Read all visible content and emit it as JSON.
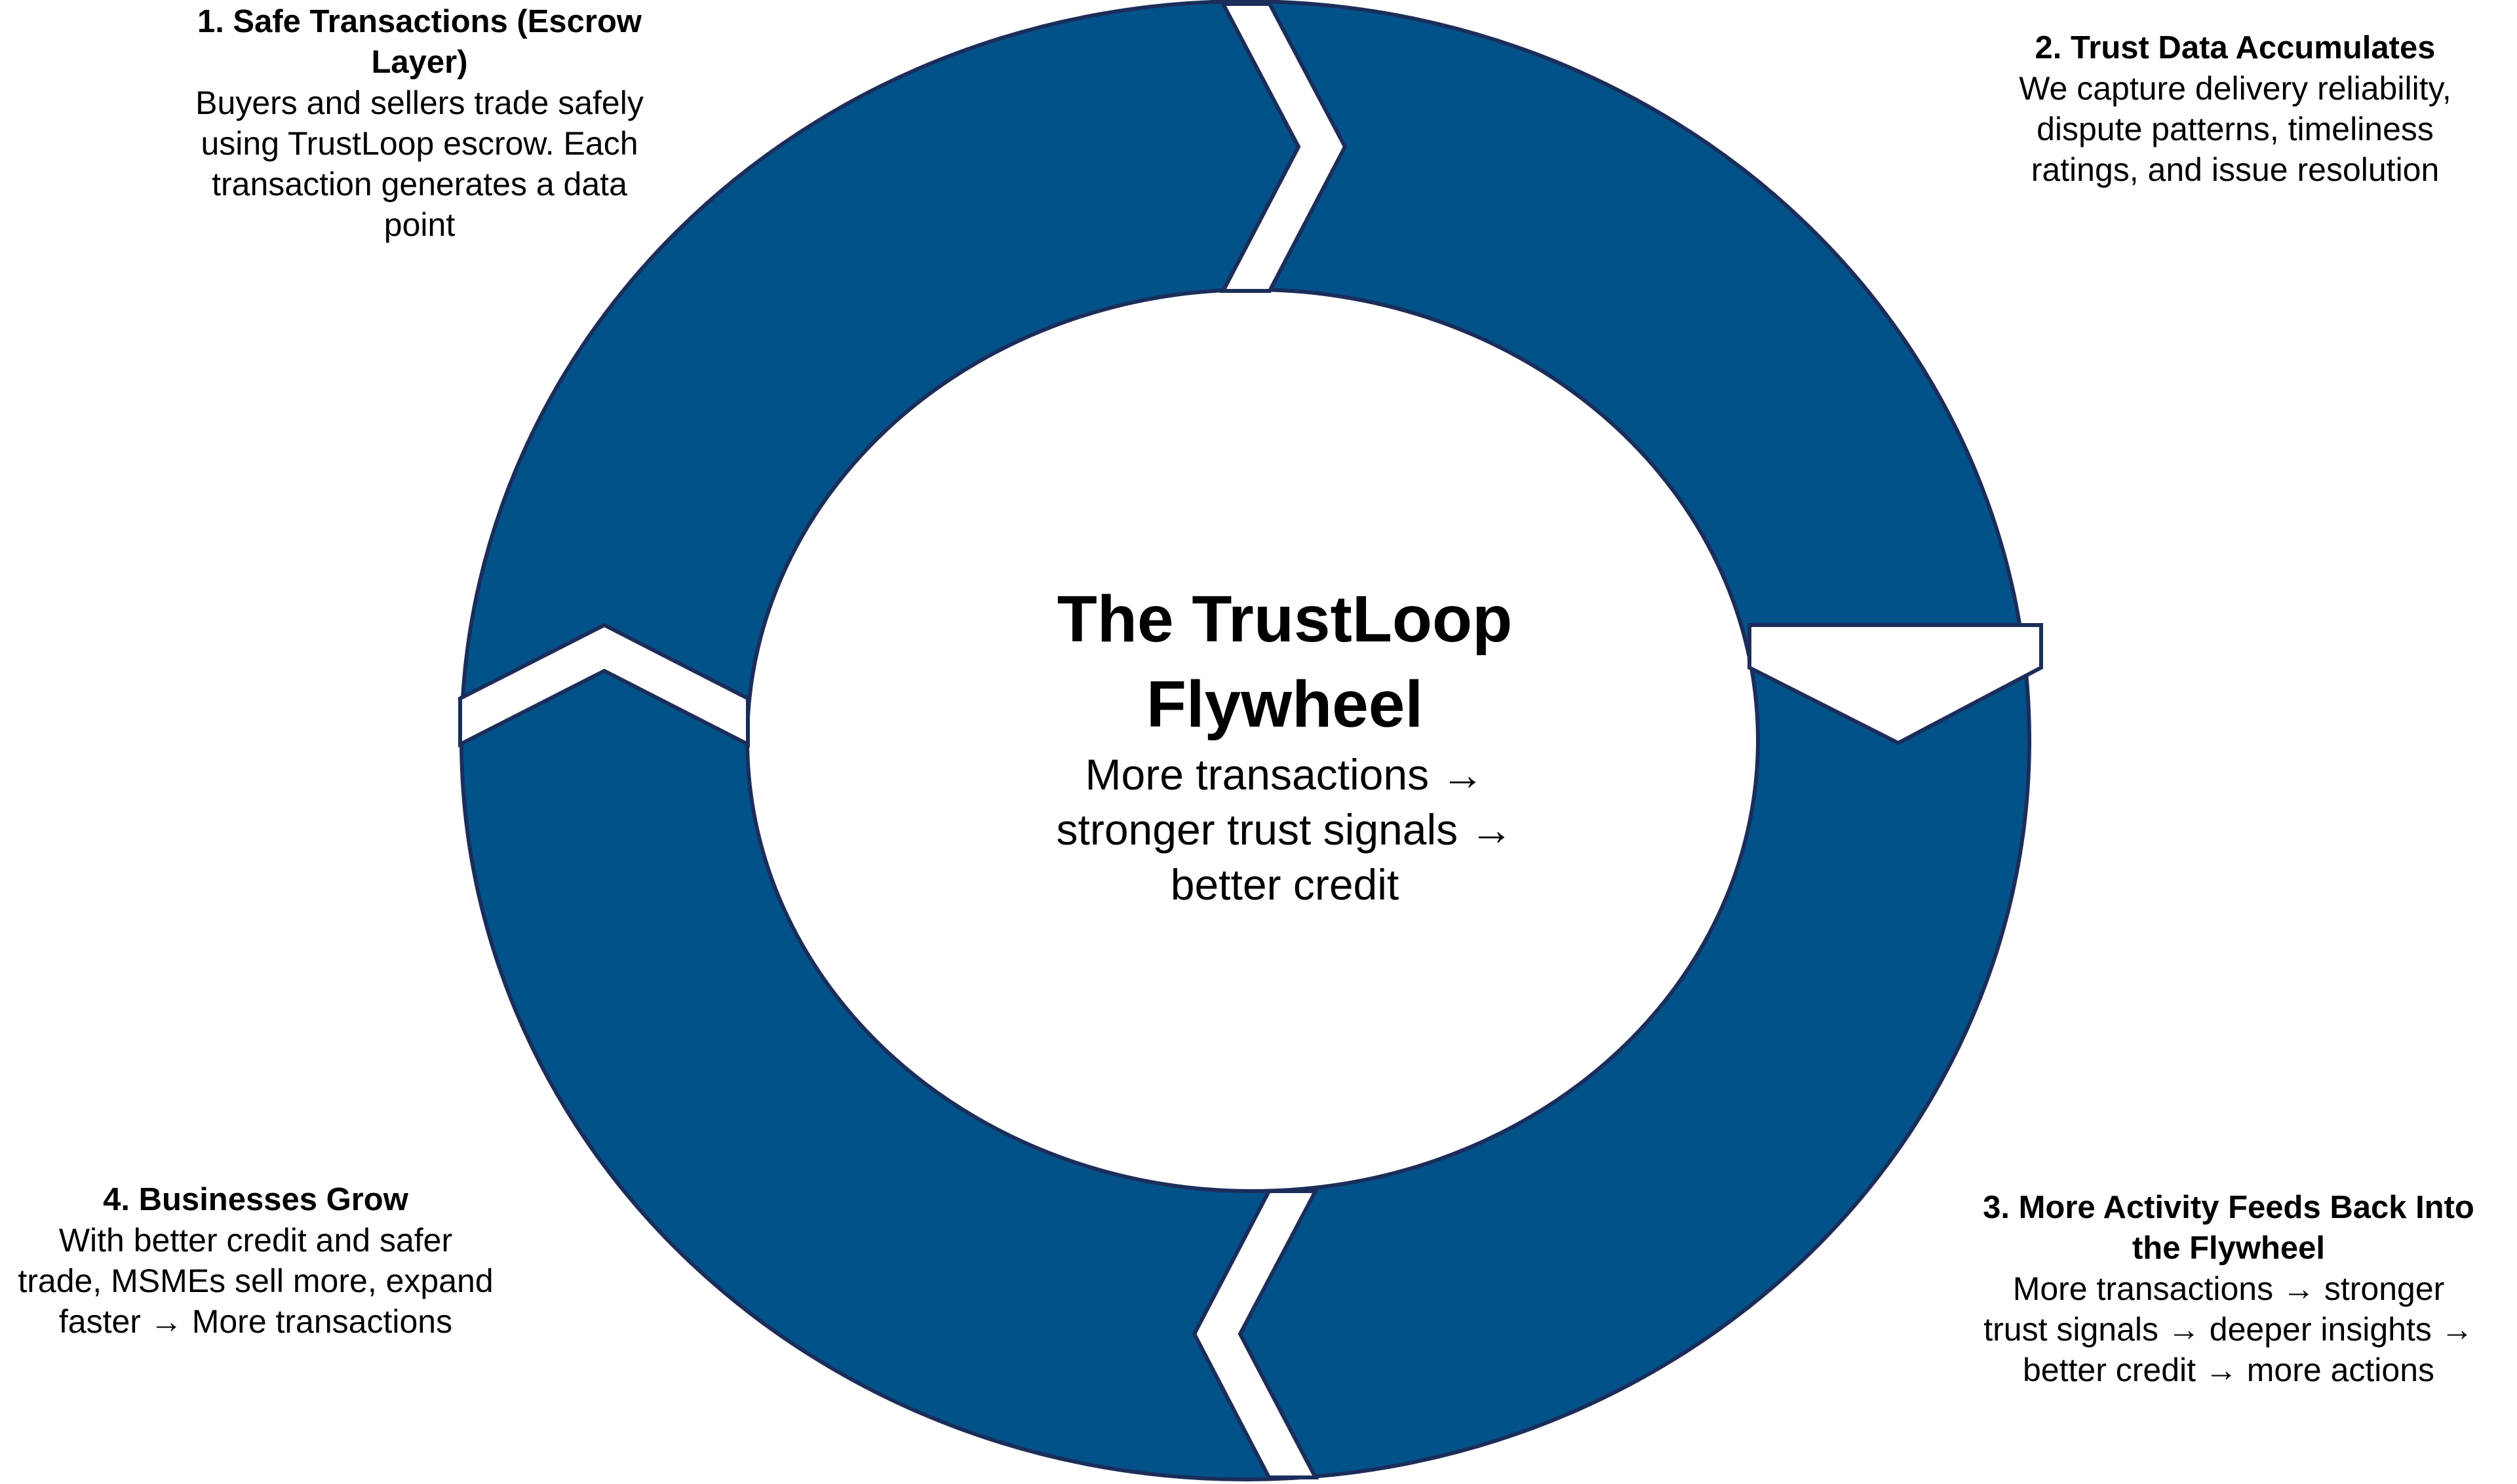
{
  "colors": {
    "ring_fill": "#02528A",
    "ring_stroke": "#1B2D5A",
    "gap_fill": "#FFFFFF",
    "background": "#FFFFFF",
    "text": "#000000"
  },
  "center": {
    "title_line1": "The TrustLoop",
    "title_line2": "Flywheel",
    "subtitle_line1": "More transactions →",
    "subtitle_line2": "stronger trust signals →",
    "subtitle_line3": "better credit"
  },
  "steps": [
    {
      "position": "top-left",
      "title_line1": "1. Safe Transactions (Escrow",
      "title_line2": "Layer)",
      "desc_lines": [
        "Buyers and sellers trade safely",
        "using TrustLoop escrow. Each",
        "transaction generates a data",
        "point"
      ]
    },
    {
      "position": "top-right",
      "title_line1": "2. Trust Data Accumulates",
      "desc_lines": [
        "We capture delivery reliability,",
        "dispute patterns, timeliness",
        "ratings, and issue resolution"
      ]
    },
    {
      "position": "bottom-right",
      "title_line1": "3. More Activity Feeds Back Into",
      "title_line2": "the Flywheel",
      "desc_lines": [
        "More transactions → stronger",
        "trust signals → deeper insights →",
        "better credit → more actions"
      ]
    },
    {
      "position": "bottom-left",
      "title_line1": "4. Businesses Grow",
      "desc_lines": [
        "With better credit and safer",
        "trade, MSMEs sell more, expand",
        "faster → More transactions"
      ]
    }
  ],
  "ring": {
    "segments": 4,
    "arrow_direction": "clockwise",
    "chevron_icons": [
      "chevron-right-icon",
      "chevron-down-icon",
      "chevron-left-icon",
      "chevron-up-icon"
    ]
  }
}
